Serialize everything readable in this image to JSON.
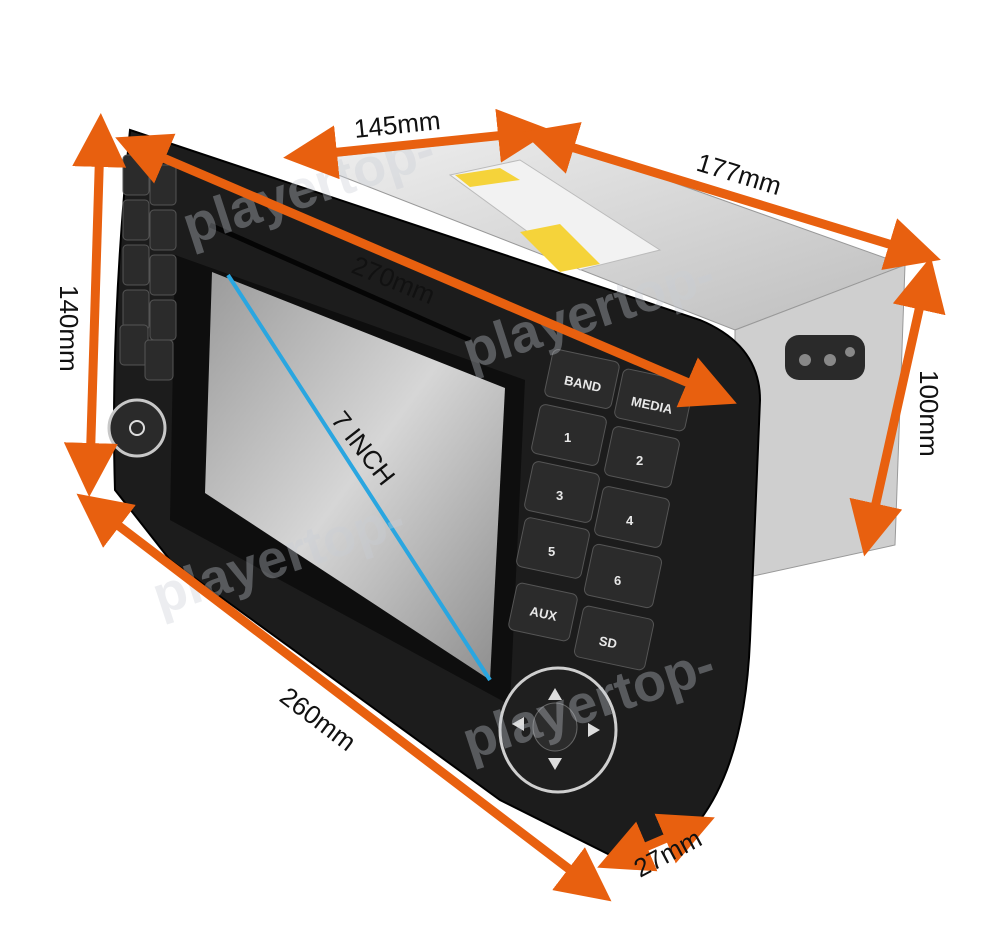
{
  "dimensions": {
    "top_depth": "145mm",
    "box_length": "177mm",
    "face_diagonal": "270mm",
    "height": "140mm",
    "box_height": "100mm",
    "bottom_width": "260mm",
    "thickness": "27mm"
  },
  "screen": {
    "size_label": "7 INCH"
  },
  "buttons": {
    "band": "BAND",
    "media": "MEDIA",
    "presets": [
      "1",
      "2",
      "3",
      "4",
      "5",
      "6"
    ],
    "aux": "AUX",
    "sd": "SD"
  },
  "watermark": "playertop-",
  "colors": {
    "arrow": "#e8600f",
    "screen_line": "#2aa6e0",
    "bezel": "#1c1c1c",
    "chassis": "#d9d9d9"
  }
}
